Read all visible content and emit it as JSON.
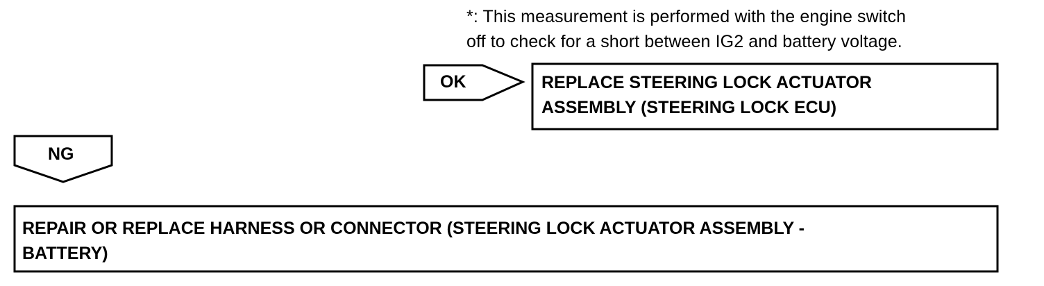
{
  "note": {
    "lines": [
      "*: This measurement is performed with the engine switch",
      "off to check for a short between IG2 and battery voltage."
    ]
  },
  "ok_branch": {
    "label": "OK",
    "result_lines": [
      "REPLACE STEERING LOCK ACTUATOR",
      "ASSEMBLY (STEERING LOCK ECU)"
    ]
  },
  "ng_branch": {
    "label": "NG",
    "result_lines": [
      "REPAIR OR REPLACE HARNESS OR CONNECTOR (STEERING LOCK ACTUATOR ASSEMBLY -",
      "BATTERY)"
    ]
  }
}
